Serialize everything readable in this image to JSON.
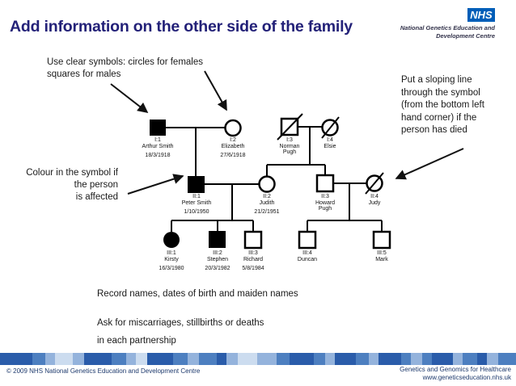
{
  "slide": {
    "title": "Add information on the other side of the family",
    "logo": {
      "nhs": "NHS",
      "org": "National Genetics Education and\nDevelopment Centre"
    },
    "notes": {
      "symbols": "Use clear symbols: circles for females\nsquares for males",
      "affected": "Colour in the symbol if\nthe person\nis affected",
      "deceased": "Put a sloping line\nthrough the symbol\n(from the bottom left\nhand corner) if the\nperson has died",
      "record": "Record names, dates of birth and maiden names",
      "ask": "Ask for miscarriages, stillbirths or deaths\nin each partnership"
    }
  },
  "pedigree": {
    "people": [
      {
        "id": "I:1",
        "name": "Arthur Smith",
        "dob": "18/3/1918",
        "sex": "male",
        "affected": true,
        "deceased": false
      },
      {
        "id": "I:2",
        "name": "Elizabeth",
        "dob": "27/6/1918",
        "sex": "female",
        "affected": false,
        "deceased": false
      },
      {
        "id": "I:3",
        "name": "Norman Pugh",
        "dob": "",
        "sex": "male",
        "affected": false,
        "deceased": true
      },
      {
        "id": "I:4",
        "name": "Elsie",
        "dob": "",
        "sex": "female",
        "affected": false,
        "deceased": true
      },
      {
        "id": "II:1",
        "name": "Peter Smith",
        "dob": "1/10/1950",
        "sex": "male",
        "affected": true,
        "deceased": false
      },
      {
        "id": "II:2",
        "name": "Judith",
        "dob": "21/2/1951",
        "sex": "female",
        "affected": false,
        "deceased": false
      },
      {
        "id": "II:3",
        "name": "Howard Pugh",
        "dob": "",
        "sex": "male",
        "affected": false,
        "deceased": false
      },
      {
        "id": "II:4",
        "name": "Judy",
        "dob": "",
        "sex": "female",
        "affected": false,
        "deceased": true
      },
      {
        "id": "III:1",
        "name": "Kirsty",
        "dob": "16/3/1980",
        "sex": "female",
        "affected": true,
        "deceased": false
      },
      {
        "id": "III:2",
        "name": "Stephen",
        "dob": "20/3/1982",
        "sex": "male",
        "affected": true,
        "deceased": false
      },
      {
        "id": "III:3",
        "name": "Richard",
        "dob": "5/8/1984",
        "sex": "male",
        "affected": false,
        "deceased": false
      },
      {
        "id": "III:4",
        "name": "Duncan",
        "dob": "",
        "sex": "male",
        "affected": false,
        "deceased": false
      },
      {
        "id": "III:5",
        "name": "Mark",
        "dob": "",
        "sex": "male",
        "affected": false,
        "deceased": false
      }
    ]
  },
  "footer": {
    "copyright": "© 2009 NHS National Genetics Education and Development Centre",
    "tagline": "Genetics and Genomics for Healthcare\nwww.geneticseducation.nhs.uk",
    "band_pattern": [
      {
        "w": 40,
        "c": "#2a5caa"
      },
      {
        "w": 16,
        "c": "#4d7fc0"
      },
      {
        "w": 12,
        "c": "#94b3dc"
      },
      {
        "w": 22,
        "c": "#ccdcef"
      },
      {
        "w": 14,
        "c": "#94b3dc"
      },
      {
        "w": 34,
        "c": "#2a5caa"
      },
      {
        "w": 18,
        "c": "#4d7fc0"
      },
      {
        "w": 12,
        "c": "#94b3dc"
      },
      {
        "w": 14,
        "c": "#ccdcef"
      },
      {
        "w": 32,
        "c": "#2a5caa"
      },
      {
        "w": 18,
        "c": "#4d7fc0"
      },
      {
        "w": 14,
        "c": "#94b3dc"
      },
      {
        "w": 22,
        "c": "#4d7fc0"
      },
      {
        "w": 12,
        "c": "#2a5caa"
      },
      {
        "w": 14,
        "c": "#94b3dc"
      },
      {
        "w": 24,
        "c": "#ccdcef"
      },
      {
        "w": 24,
        "c": "#94b3dc"
      },
      {
        "w": 16,
        "c": "#4d7fc0"
      },
      {
        "w": 30,
        "c": "#2a5caa"
      },
      {
        "w": 14,
        "c": "#4d7fc0"
      },
      {
        "w": 12,
        "c": "#94b3dc"
      },
      {
        "w": 26,
        "c": "#2a5caa"
      },
      {
        "w": 16,
        "c": "#4d7fc0"
      },
      {
        "w": 12,
        "c": "#94b3dc"
      },
      {
        "w": 28,
        "c": "#2a5caa"
      },
      {
        "w": 12,
        "c": "#4d7fc0"
      },
      {
        "w": 14,
        "c": "#94b3dc"
      },
      {
        "w": 12,
        "c": "#4d7fc0"
      },
      {
        "w": 26,
        "c": "#2a5caa"
      },
      {
        "w": 12,
        "c": "#94b3dc"
      },
      {
        "w": 18,
        "c": "#4d7fc0"
      },
      {
        "w": 12,
        "c": "#2a5caa"
      },
      {
        "w": 14,
        "c": "#94b3dc"
      },
      {
        "w": 22,
        "c": "#4d7fc0"
      }
    ]
  },
  "colors": {
    "title": "#232178",
    "nhs_blue": "#005EB8",
    "body_text": "#1a1a1a",
    "footer_text": "#1e3a6d",
    "band_dark": "#2a5caa",
    "band_medium": "#4d7fc0",
    "band_light": "#94b3dc",
    "band_pale": "#ccdcef"
  }
}
